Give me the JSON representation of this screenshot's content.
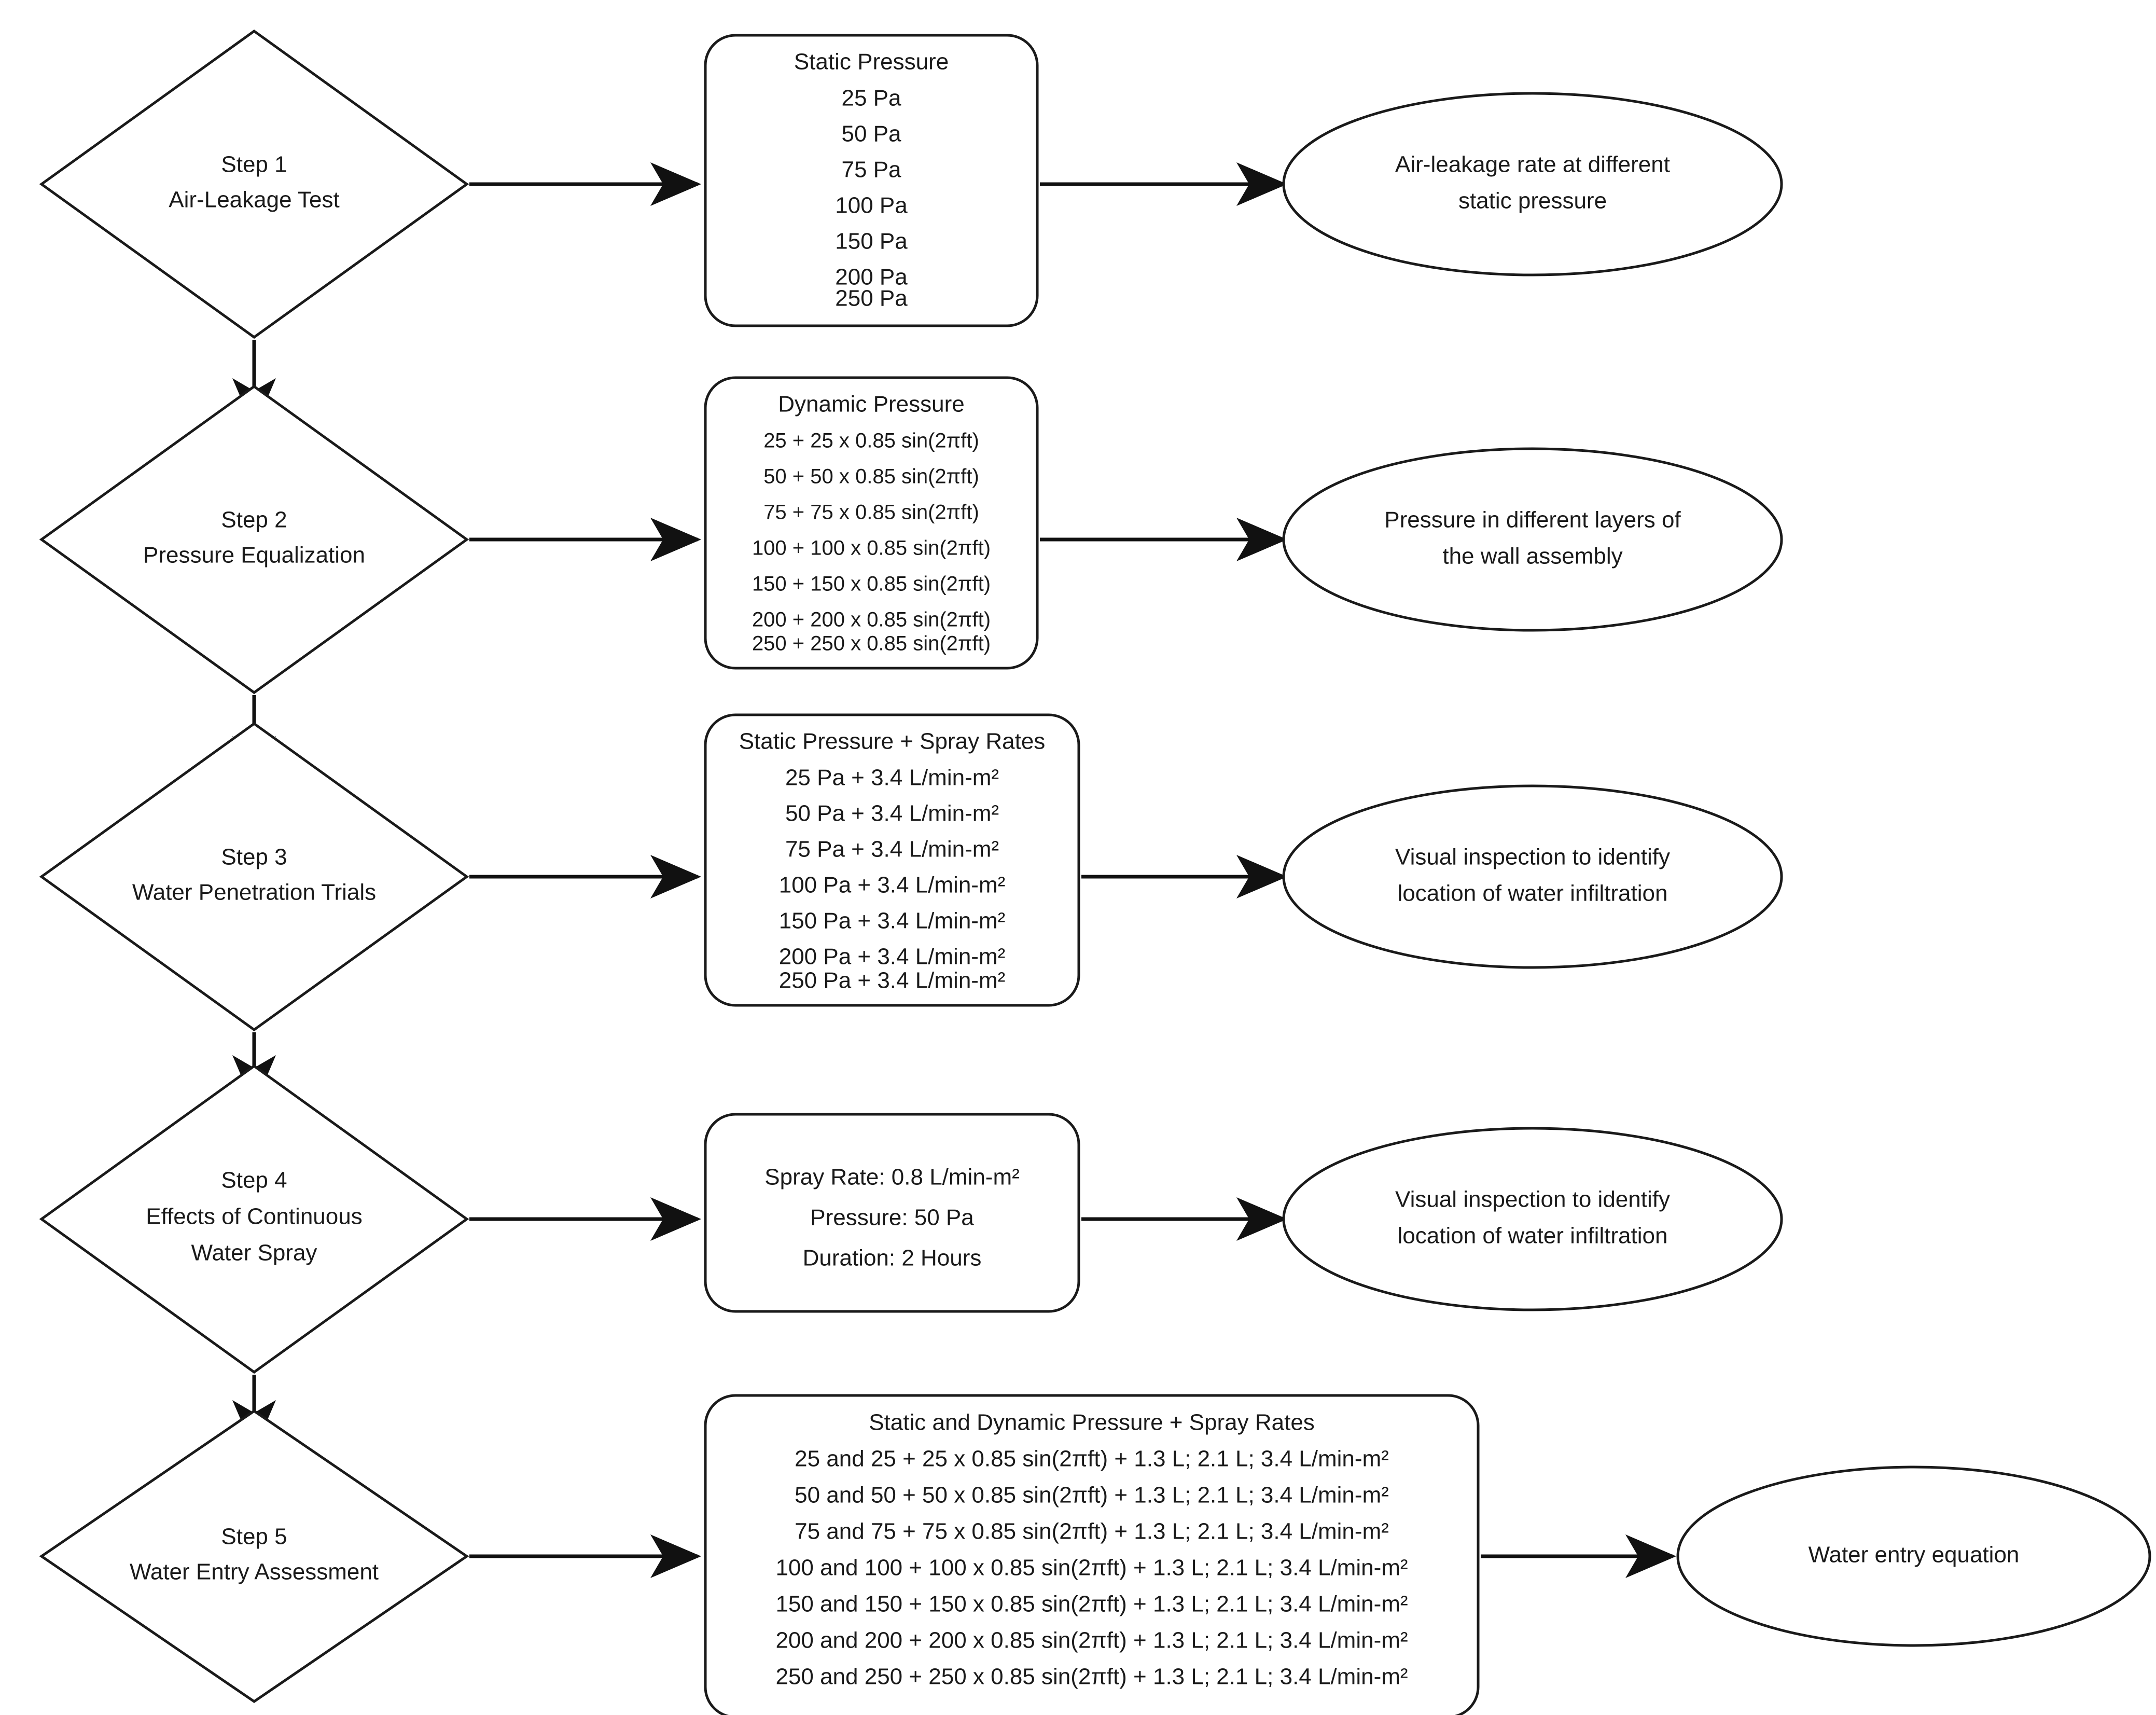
{
  "diagram": {
    "title": "Wall assembly water and air performance test protocol flowchart",
    "type": "flowchart",
    "colors": {
      "background": "#ffffff",
      "stroke": "#1a1a1a",
      "connector": "#111111",
      "text": "#1a1a1a"
    }
  },
  "steps": [
    {
      "id": "step-1",
      "line1": "Step 1",
      "line2": "Air-Leakage Test",
      "parameters": {
        "title": "Static Pressure",
        "lines": [
          "25 Pa",
          "50 Pa",
          "75 Pa",
          "100 Pa",
          "150 Pa",
          "200 Pa",
          "250 Pa"
        ]
      },
      "outcome": {
        "line1": "Air-leakage rate at different",
        "line2": "static pressure"
      }
    },
    {
      "id": "step-2",
      "line1": "Step 2",
      "line2": "Pressure Equalization",
      "parameters": {
        "title": "Dynamic Pressure",
        "lines": [
          "25 + 25 x 0.85 sin(2πft)",
          "50 + 50 x 0.85 sin(2πft)",
          "75 + 75 x 0.85 sin(2πft)",
          "100 + 100 x 0.85 sin(2πft)",
          "150 + 150 x 0.85 sin(2πft)",
          "200 + 200 x 0.85 sin(2πft)",
          "250 + 250 x 0.85 sin(2πft)"
        ]
      },
      "outcome": {
        "line1": "Pressure in different layers of",
        "line2": "the wall assembly"
      }
    },
    {
      "id": "step-3",
      "line1": "Step 3",
      "line2": "Water Penetration Trials",
      "parameters": {
        "title": "Static Pressure + Spray Rates",
        "lines": [
          "25 Pa + 3.4 L/min-m²",
          "50 Pa + 3.4 L/min-m²",
          "75 Pa + 3.4 L/min-m²",
          "100 Pa + 3.4 L/min-m²",
          "150 Pa + 3.4 L/min-m²",
          "200 Pa + 3.4 L/min-m²",
          "250 Pa + 3.4 L/min-m²"
        ]
      },
      "outcome": {
        "line1": "Visual inspection to identify",
        "line2": "location of water infiltration"
      }
    },
    {
      "id": "step-4",
      "line1": "Step 4",
      "line2": "Effects of Continuous",
      "line3": "Water Spray",
      "parameters": {
        "title": "",
        "lines": [
          "Spray Rate: 0.8 L/min-m²",
          "Pressure: 50 Pa",
          "Duration: 2 Hours"
        ]
      },
      "outcome": {
        "line1": "Visual inspection to identify",
        "line2": "location of water infiltration"
      }
    },
    {
      "id": "step-5",
      "line1": "Step 5",
      "line2": "Water Entry Assessment",
      "parameters": {
        "title": "Static and Dynamic Pressure + Spray Rates",
        "lines": [
          "25 and 25 + 25 x 0.85 sin(2πft) + 1.3 L; 2.1 L; 3.4 L/min-m²",
          "50 and 50 + 50 x 0.85 sin(2πft) + 1.3 L; 2.1 L; 3.4 L/min-m²",
          "75 and 75 + 75 x 0.85 sin(2πft) + 1.3 L; 2.1 L; 3.4 L/min-m²",
          "100 and 100 + 100 x 0.85 sin(2πft) + 1.3 L; 2.1 L; 3.4 L/min-m²",
          "150 and 150 + 150 x 0.85 sin(2πft) + 1.3 L; 2.1 L; 3.4 L/min-m²",
          "200 and 200 + 200 x 0.85 sin(2πft) + 1.3 L; 2.1 L; 3.4 L/min-m²",
          "250 and 250 + 250 x 0.85 sin(2πft) + 1.3 L; 2.1 L; 3.4 L/min-m²"
        ]
      },
      "outcome": {
        "line1": "Water entry equation",
        "line2": ""
      }
    }
  ]
}
